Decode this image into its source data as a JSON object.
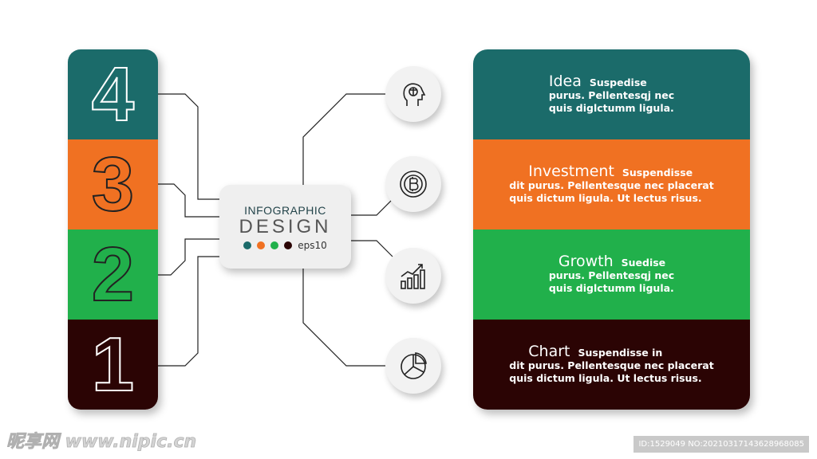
{
  "colors": {
    "teal": "#1b6b6a",
    "orange": "#f07122",
    "green": "#21b04b",
    "dark": "#2b0404"
  },
  "numbers": [
    "4",
    "3",
    "2",
    "1"
  ],
  "center": {
    "line1": "INFOGRAPHIC",
    "line2": "DESIGN",
    "tag": "eps10"
  },
  "items": [
    {
      "icon": "brain-head-icon",
      "title": "Idea",
      "lines": [
        "Suspedise",
        "purus. Pellentesqj nec",
        "quis diglctumm ligula."
      ]
    },
    {
      "icon": "bitcoin-icon",
      "title": "Investment",
      "lines": [
        "Suspendisse",
        "dit purus. Pellentesque nec placerat",
        "quis dictum ligula. Ut lectus risus."
      ]
    },
    {
      "icon": "growth-chart-icon",
      "title": "Growth",
      "lines": [
        "Suedise",
        "purus. Pellentesqj nec",
        "quis diglctumm ligula."
      ]
    },
    {
      "icon": "pie-chart-icon",
      "title": "Chart",
      "lines": [
        "Suspendisse in",
        "dit purus. Pellentesque nec placerat",
        "quis dictum ligula. Ut lectus risus."
      ]
    }
  ],
  "watermark": "昵享网 www.nipic.cn",
  "image_id": "ID:1529049 NO:20210317143628968085"
}
